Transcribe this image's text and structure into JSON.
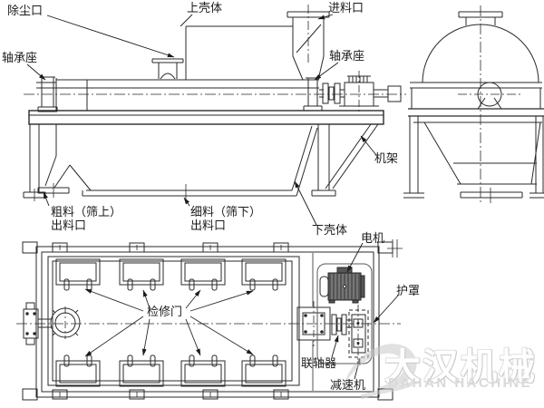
{
  "front_view": {
    "labels": {
      "dust_port": "除尘口",
      "upper_casing": "上壳体",
      "feed_inlet": "进料口",
      "bearing_left": "轴承座",
      "bearing_right": "轴承座",
      "frame": "机架",
      "coarse_outlet_line1": "粗料（筛上）",
      "coarse_outlet_line2": "出料口",
      "fine_outlet_line1": "细料（筛下）",
      "fine_outlet_line2": "出料口",
      "lower_casing": "下壳体"
    }
  },
  "plan_view": {
    "labels": {
      "inspection_door": "检修门",
      "motor": "电机",
      "guard": "护罩",
      "coupling": "联轴器",
      "reducer": "减速机"
    }
  },
  "watermark": {
    "cn": "大汉机械",
    "en": "DAHAN HACHINE"
  },
  "colors": {
    "line": "#2a2a2a",
    "watermark_gray": "#d9d9d9",
    "motor_fill": "#555555"
  }
}
